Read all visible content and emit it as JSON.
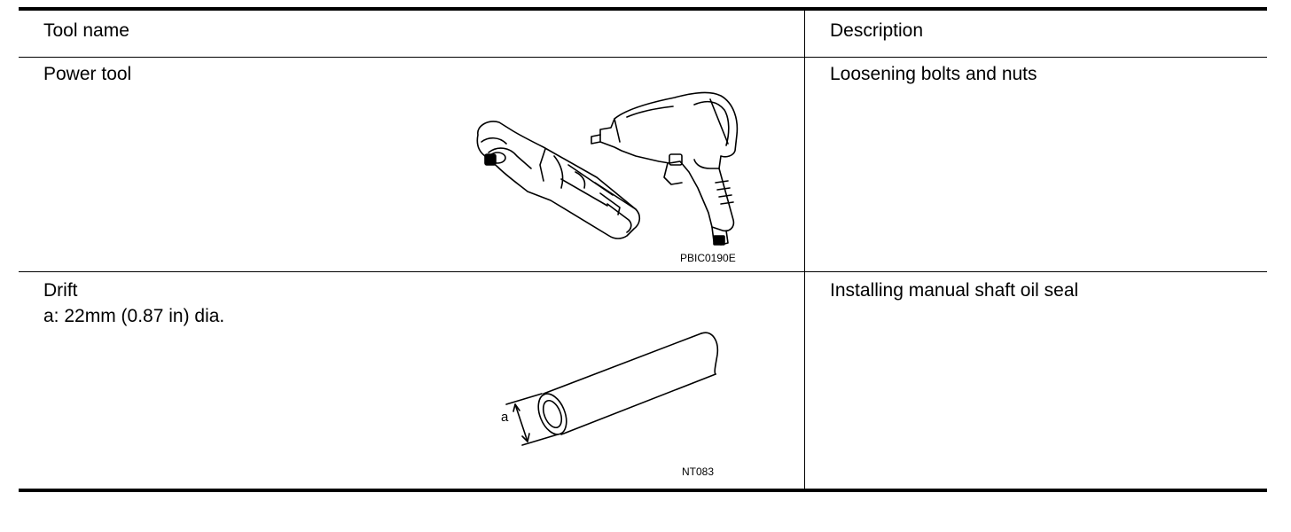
{
  "table": {
    "header": {
      "tool_name": "Tool name",
      "description": "Description"
    },
    "rows": [
      {
        "tool_name": "Power tool",
        "spec": "",
        "description": "Loosening bolts and nuts",
        "figure_code": "PBIC0190E"
      },
      {
        "tool_name": "Drift",
        "spec": "a: 22mm (0.87 in) dia.",
        "description": "Installing manual shaft oil seal",
        "figure_code": "NT083",
        "figure_label": "a"
      }
    ]
  }
}
